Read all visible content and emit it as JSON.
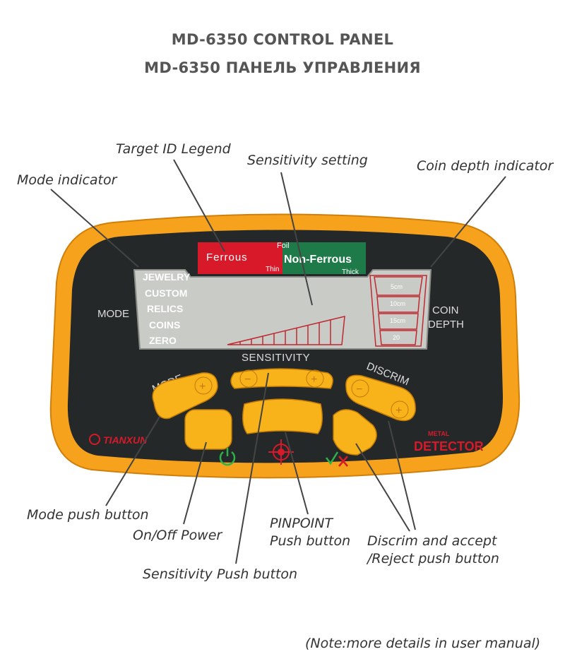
{
  "title_en": "MD-6350 CONTROL PANEL",
  "title_ru": "MD-6350 ПАНЕЛЬ УПРАВЛЕНИЯ",
  "callouts": {
    "target_id_legend": "Target ID Legend",
    "sensitivity_setting": "Sensitivity setting",
    "mode_indicator": "Mode indicator",
    "coin_depth_indicator": "Coin depth indicator",
    "mode_push_button": "Mode push button",
    "on_off_power": "On/Off Power",
    "pinpoint_line1": "PINPOINT",
    "pinpoint_line2": "Push button",
    "discrim_line1": "Discrim and accept",
    "discrim_line2": "/Reject push button",
    "sensitivity_push_button": "Sensitivity Push button"
  },
  "panel": {
    "ferrous": "Ferrous",
    "foil": "Foil",
    "non_ferrous": "Non-Ferrous",
    "thin": "Thin",
    "thick": "Thick",
    "modes": [
      "JEWELRY",
      "CUSTOM",
      "RELICS",
      "COINS",
      "ZERO"
    ],
    "mode_label": "MODE",
    "coin_label": "COIN",
    "depth_label": "DEPTH",
    "depth_marks": [
      "5cm",
      "10cm",
      "15cm",
      "20"
    ],
    "sensitivity_label": "SENSITIVITY",
    "mode_button_label": "MODE",
    "discrim_label": "DISCRIM",
    "brand": "TIANXUN",
    "metal": "METAL",
    "detector": "DETECTOR",
    "minus": "−",
    "plus": "+"
  },
  "note": "(Note:more details in user manual)",
  "colors": {
    "frame": "#f6a21c",
    "face": "#252829",
    "lcd": "#c9cbc7",
    "ferrous": "#d8192a",
    "nonferrous": "#1e7a48",
    "button": "#f8b21a"
  }
}
